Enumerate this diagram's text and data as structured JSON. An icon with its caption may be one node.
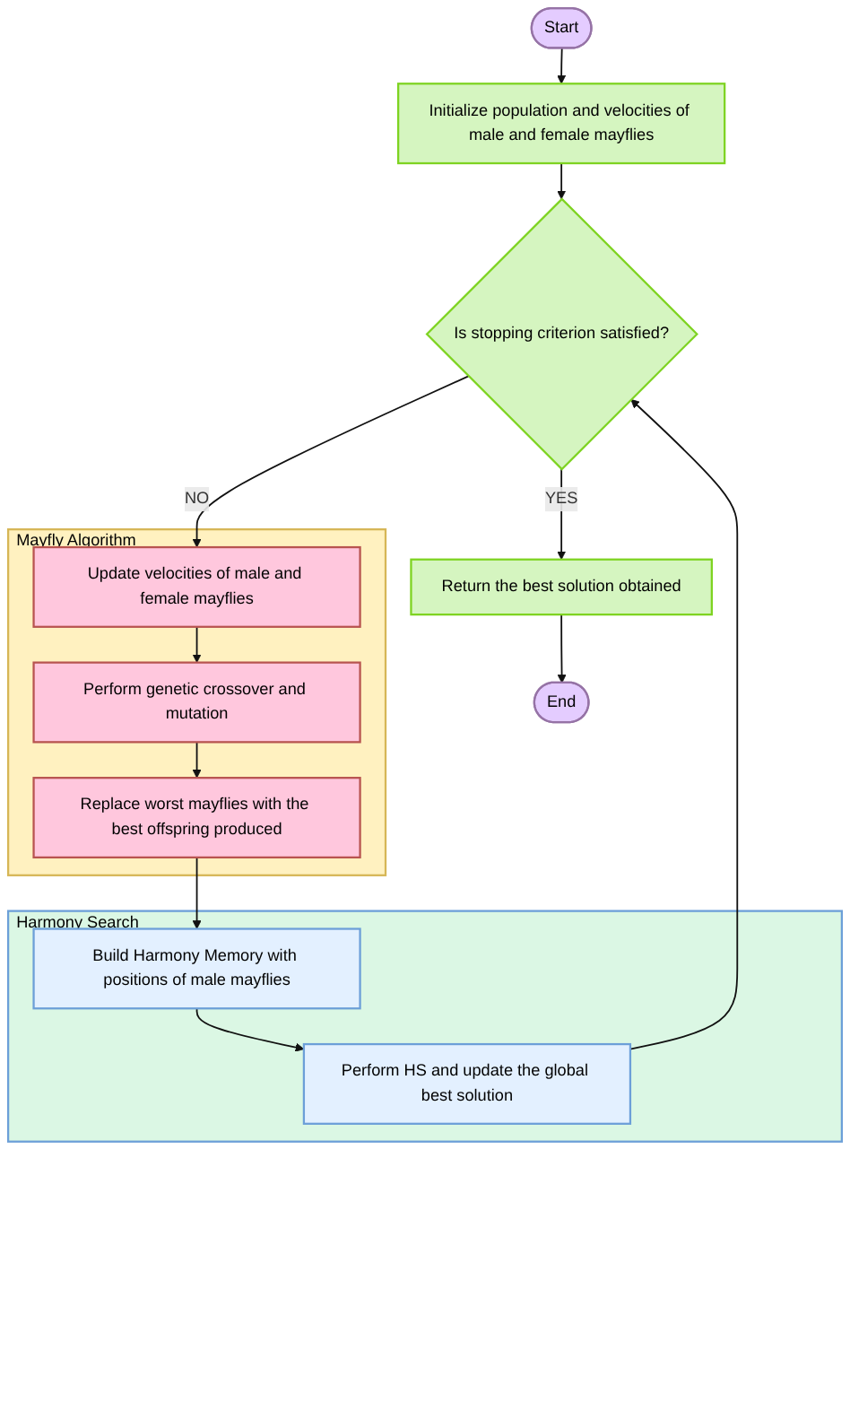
{
  "diagram": {
    "nodes": [
      {
        "text": [
          "Start"
        ]
      },
      {
        "text": [
          "Initialize population and velocities of male and female mayflies"
        ]
      },
      {
        "text": [
          "Is stopping criterion satisfied?"
        ]
      },
      {
        "text": [
          "Mayfly Algorithm"
        ]
      },
      {
        "text": [
          "Update velocities of male and female mayflies"
        ],
        "in": 3
      },
      {
        "text": [
          "Perform genetic crossover and mutation"
        ],
        "in": 3
      },
      {
        "text": [
          "Replace worst mayflies with the best offspring produced"
        ],
        "in": 3
      },
      {
        "text": [
          "Harmony Search"
        ]
      },
      {
        "text": [
          "Build Harmony Memory with positions of male mayflies"
        ],
        "in": 7
      },
      {
        "text": [
          "Perform HS and update the global best solution"
        ],
        "in": 7
      },
      {
        "text": [
          "Return the best solution obtained"
        ]
      },
      {
        "text": [
          "End"
        ]
      }
    ],
    "edges": [
      {
        "from": 0,
        "to": 1,
        "arrow": "to"
      },
      {
        "from": 1,
        "to": 2,
        "arrow": "to"
      },
      {
        "from": 2,
        "to": 4,
        "arrow": "to",
        "label": "NO"
      },
      {
        "from": 4,
        "to": 5,
        "arrow": "to"
      },
      {
        "from": 5,
        "to": 6,
        "arrow": "to"
      },
      {
        "from": 6,
        "to": 8,
        "arrow": "to"
      },
      {
        "from": 8,
        "to": 9,
        "arrow": "to"
      },
      {
        "from": 9,
        "to": 2,
        "arrow": "to"
      },
      {
        "from": 2,
        "to": 10,
        "arrow": "to",
        "label": "YES"
      },
      {
        "from": 10,
        "to": 11,
        "arrow": "to"
      }
    ]
  }
}
